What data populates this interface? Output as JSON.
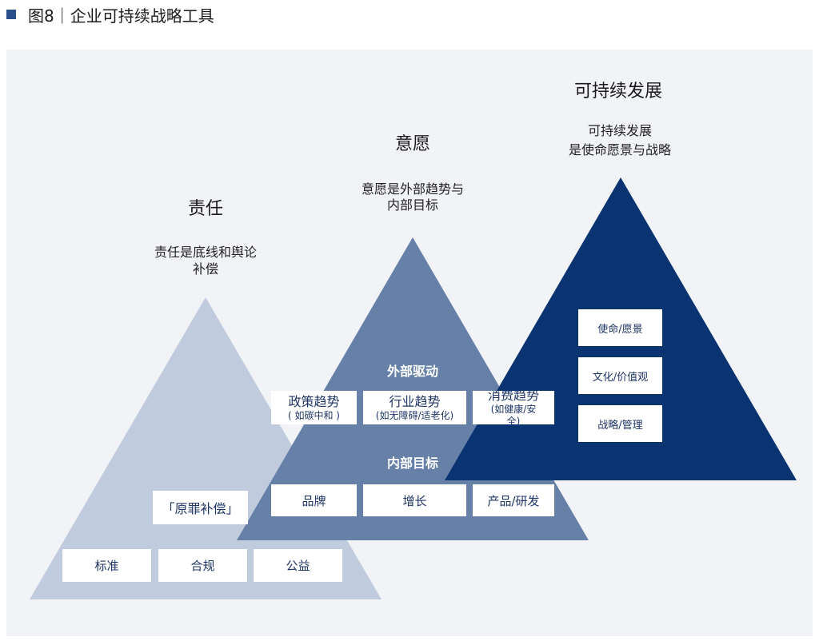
{
  "title": {
    "marker_color": "#2b4f8a",
    "text": "图8｜企业可持续战略工具"
  },
  "pillars": [
    {
      "heading": "责任",
      "desc_lines": [
        "责任是底线和舆论",
        "补偿"
      ],
      "color": "#c0cbdd",
      "tag": "「原罪补偿」",
      "items": [
        "标准",
        "合规",
        "公益"
      ]
    },
    {
      "heading": "意愿",
      "desc_lines": [
        "意愿是外部趋势与",
        "内部目标"
      ],
      "color": "#6680a8",
      "external_label": "外部驱动",
      "external": [
        {
          "title": "政策趋势",
          "sub": "( 如碳中和 )"
        },
        {
          "title": "行业趋势",
          "sub": "(如无障碍/适老化)"
        },
        {
          "title": "消费趋势",
          "sub": "(如健康/安全)"
        }
      ],
      "internal_label": "内部目标",
      "internal": [
        "品牌",
        "增长",
        "产品/研发"
      ]
    },
    {
      "heading": "可持续发展",
      "desc_lines": [
        "可持续发展",
        "是使命愿景与战略"
      ],
      "color": "#0a3372",
      "items": [
        "使命/愿景",
        "文化/价值观",
        "战略/管理"
      ]
    }
  ]
}
